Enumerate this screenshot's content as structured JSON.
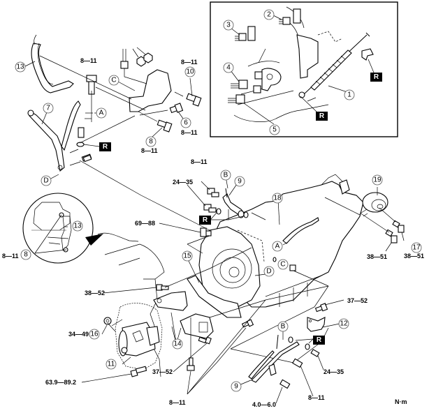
{
  "diagram": {
    "title": "Automatic transmission removal exploded view",
    "unit_label": "N·m",
    "replace_marker": "R",
    "callouts": [
      {
        "id": "c1",
        "num": "1"
      },
      {
        "id": "c2",
        "num": "2"
      },
      {
        "id": "c3",
        "num": "3"
      },
      {
        "id": "c4",
        "num": "4"
      },
      {
        "id": "c5",
        "num": "5"
      },
      {
        "id": "c6",
        "num": "6"
      },
      {
        "id": "c7",
        "num": "7"
      },
      {
        "id": "c8a",
        "num": "8"
      },
      {
        "id": "c8b",
        "num": "8"
      },
      {
        "id": "c9a",
        "num": "9"
      },
      {
        "id": "c9b",
        "num": "9"
      },
      {
        "id": "c10",
        "num": "10"
      },
      {
        "id": "c11",
        "num": "11"
      },
      {
        "id": "c12",
        "num": "12"
      },
      {
        "id": "c13a",
        "num": "13"
      },
      {
        "id": "c13b",
        "num": "13"
      },
      {
        "id": "c14",
        "num": "14"
      },
      {
        "id": "c15",
        "num": "15"
      },
      {
        "id": "c16",
        "num": "16"
      },
      {
        "id": "c17",
        "num": "17"
      },
      {
        "id": "c18",
        "num": "18"
      },
      {
        "id": "c19",
        "num": "19"
      }
    ],
    "letters": [
      {
        "id": "lA1",
        "letter": "A"
      },
      {
        "id": "lA2",
        "letter": "A"
      },
      {
        "id": "lB1",
        "letter": "B"
      },
      {
        "id": "lB2",
        "letter": "B"
      },
      {
        "id": "lC1",
        "letter": "C"
      },
      {
        "id": "lC2",
        "letter": "C"
      },
      {
        "id": "lD1",
        "letter": "D"
      },
      {
        "id": "lD2",
        "letter": "D"
      }
    ],
    "torques": {
      "t_8_11_top": "8—11",
      "t_8_11_10": "8—11",
      "t_8_11_6": "8—11",
      "t_8_11_8": "8—11",
      "t_8_11_mid": "8—11",
      "t_24_35_mid": "24—35",
      "t_69_88": "69—88",
      "t_8_11_inset": "8—11",
      "t_38_51_a": "38—51",
      "t_38_51_b": "38—51",
      "t_38_52": "38—52",
      "t_34_49": "34—49",
      "t_37_52_a": "37—52",
      "t_37_52_b": "37—52",
      "t_63_89": "63.9—89.2",
      "t_8_11_bottom": "8—11",
      "t_24_35_low": "24—35",
      "t_8_11_low": "8—11",
      "t_4_6": "4.0—6.0"
    }
  }
}
